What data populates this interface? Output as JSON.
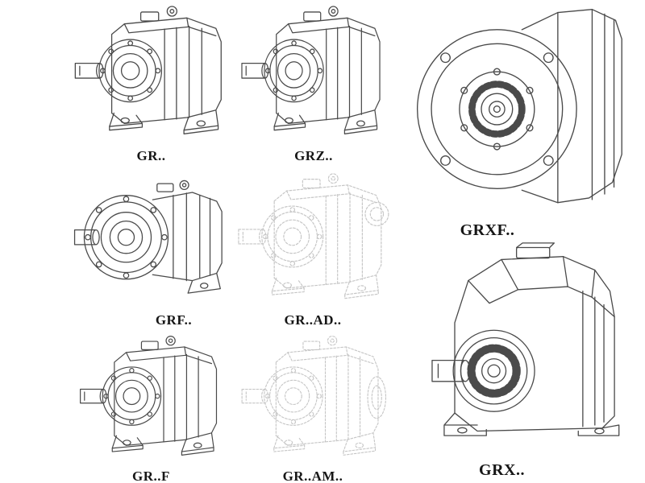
{
  "page": {
    "kind": "gear-unit-catalog-sheet",
    "background_color": "#ffffff"
  },
  "colors": {
    "solid_line": "#4a4a4a",
    "phantom_line": "#c6c6c6",
    "label_text": "#161616"
  },
  "items": [
    {
      "id": "gr",
      "label": "GR..",
      "drawing_style": "solid",
      "view": "foot-mounted helical gear unit, shaft left"
    },
    {
      "id": "grz",
      "label": "GRZ..",
      "drawing_style": "solid",
      "view": "foot-mounted helical gear unit, shaft left"
    },
    {
      "id": "grxf",
      "label": "GRXF..",
      "drawing_style": "solid",
      "view": "flange-mounted unit, front flange view"
    },
    {
      "id": "grf",
      "label": "GRF..",
      "drawing_style": "solid",
      "view": "flange-mounted helical gear unit"
    },
    {
      "id": "grad",
      "label": "GR..AD..",
      "drawing_style": "phantom",
      "view": "gear unit with input adapter, phantom lines"
    },
    {
      "id": "grff",
      "label": "GR..F",
      "drawing_style": "solid",
      "view": "foot- and flange-mounted helical gear unit"
    },
    {
      "id": "gram",
      "label": "GR..AM..",
      "drawing_style": "phantom",
      "view": "gear unit with motor adapter, phantom lines"
    },
    {
      "id": "grx",
      "label": "GRX..",
      "drawing_style": "solid",
      "view": "large foot-mounted helical gear unit"
    }
  ]
}
